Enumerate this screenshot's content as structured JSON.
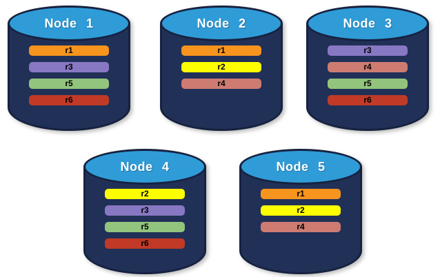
{
  "colors": {
    "background": "#FFFFFF",
    "cylinder_body": "#203057",
    "cylinder_outline": "#16223F",
    "cylinder_top": "#2F9BD7",
    "title_text": "#FFFFFF",
    "bar_text": "#000000",
    "replica_colors": {
      "r1": "#F7941D",
      "r2": "#FDFF00",
      "r3": "#8878C3",
      "r4": "#CE7C71",
      "r5": "#93C47D",
      "r6": "#C13A27"
    }
  },
  "nodes": [
    {
      "title": "Node 1",
      "replicas": [
        "r1",
        "r3",
        "r5",
        "r6"
      ]
    },
    {
      "title": "Node 2",
      "replicas": [
        "r1",
        "r2",
        "r4"
      ]
    },
    {
      "title": "Node 3",
      "replicas": [
        "r3",
        "r4",
        "r5",
        "r6"
      ]
    },
    {
      "title": "Node 4",
      "replicas": [
        "r2",
        "r3",
        "r5",
        "r6"
      ]
    },
    {
      "title": "Node 5",
      "replicas": [
        "r1",
        "r2",
        "r4"
      ]
    }
  ]
}
